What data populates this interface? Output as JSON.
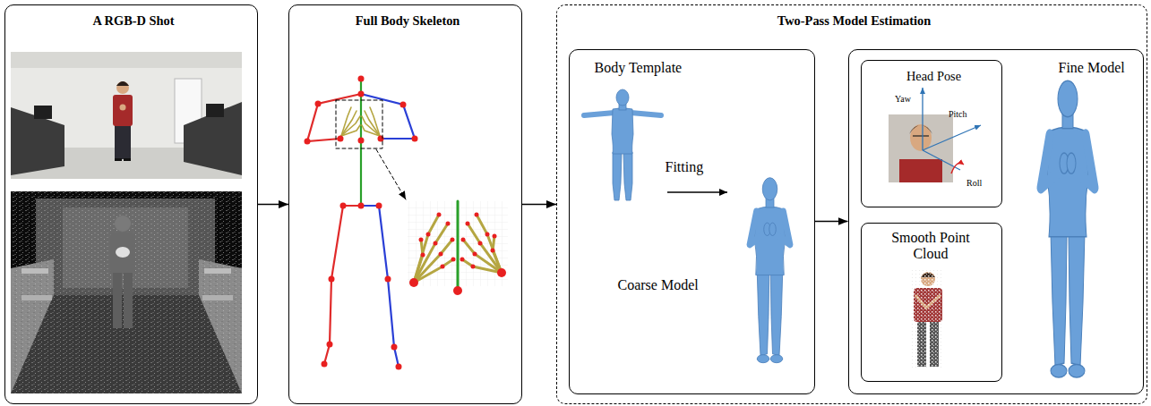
{
  "diagram": {
    "nodes": [
      {
        "text": [
          "A RGB-D Shot"
        ]
      },
      {
        "text": [
          "Full Body Skeleton"
        ]
      },
      {
        "text": [
          "Two-Pass Model Estimation"
        ]
      },
      {
        "text": [
          "Body Template",
          "Fitting",
          "Coarse Model"
        ],
        "in": 2
      },
      {
        "text": [
          "Fine Model"
        ],
        "in": 2
      },
      {
        "text": [
          "Head Pose",
          "Yaw",
          "Pitch",
          "Roll"
        ],
        "in": 4
      },
      {
        "text": [
          "Smooth Point Cloud"
        ],
        "in": 4
      }
    ],
    "edges": [
      {
        "from": 0,
        "to": 1,
        "arrow": "to"
      },
      {
        "from": 1,
        "to": 2,
        "arrow": "to"
      },
      {
        "from": 3,
        "to": 4,
        "arrow": "to"
      }
    ]
  }
}
